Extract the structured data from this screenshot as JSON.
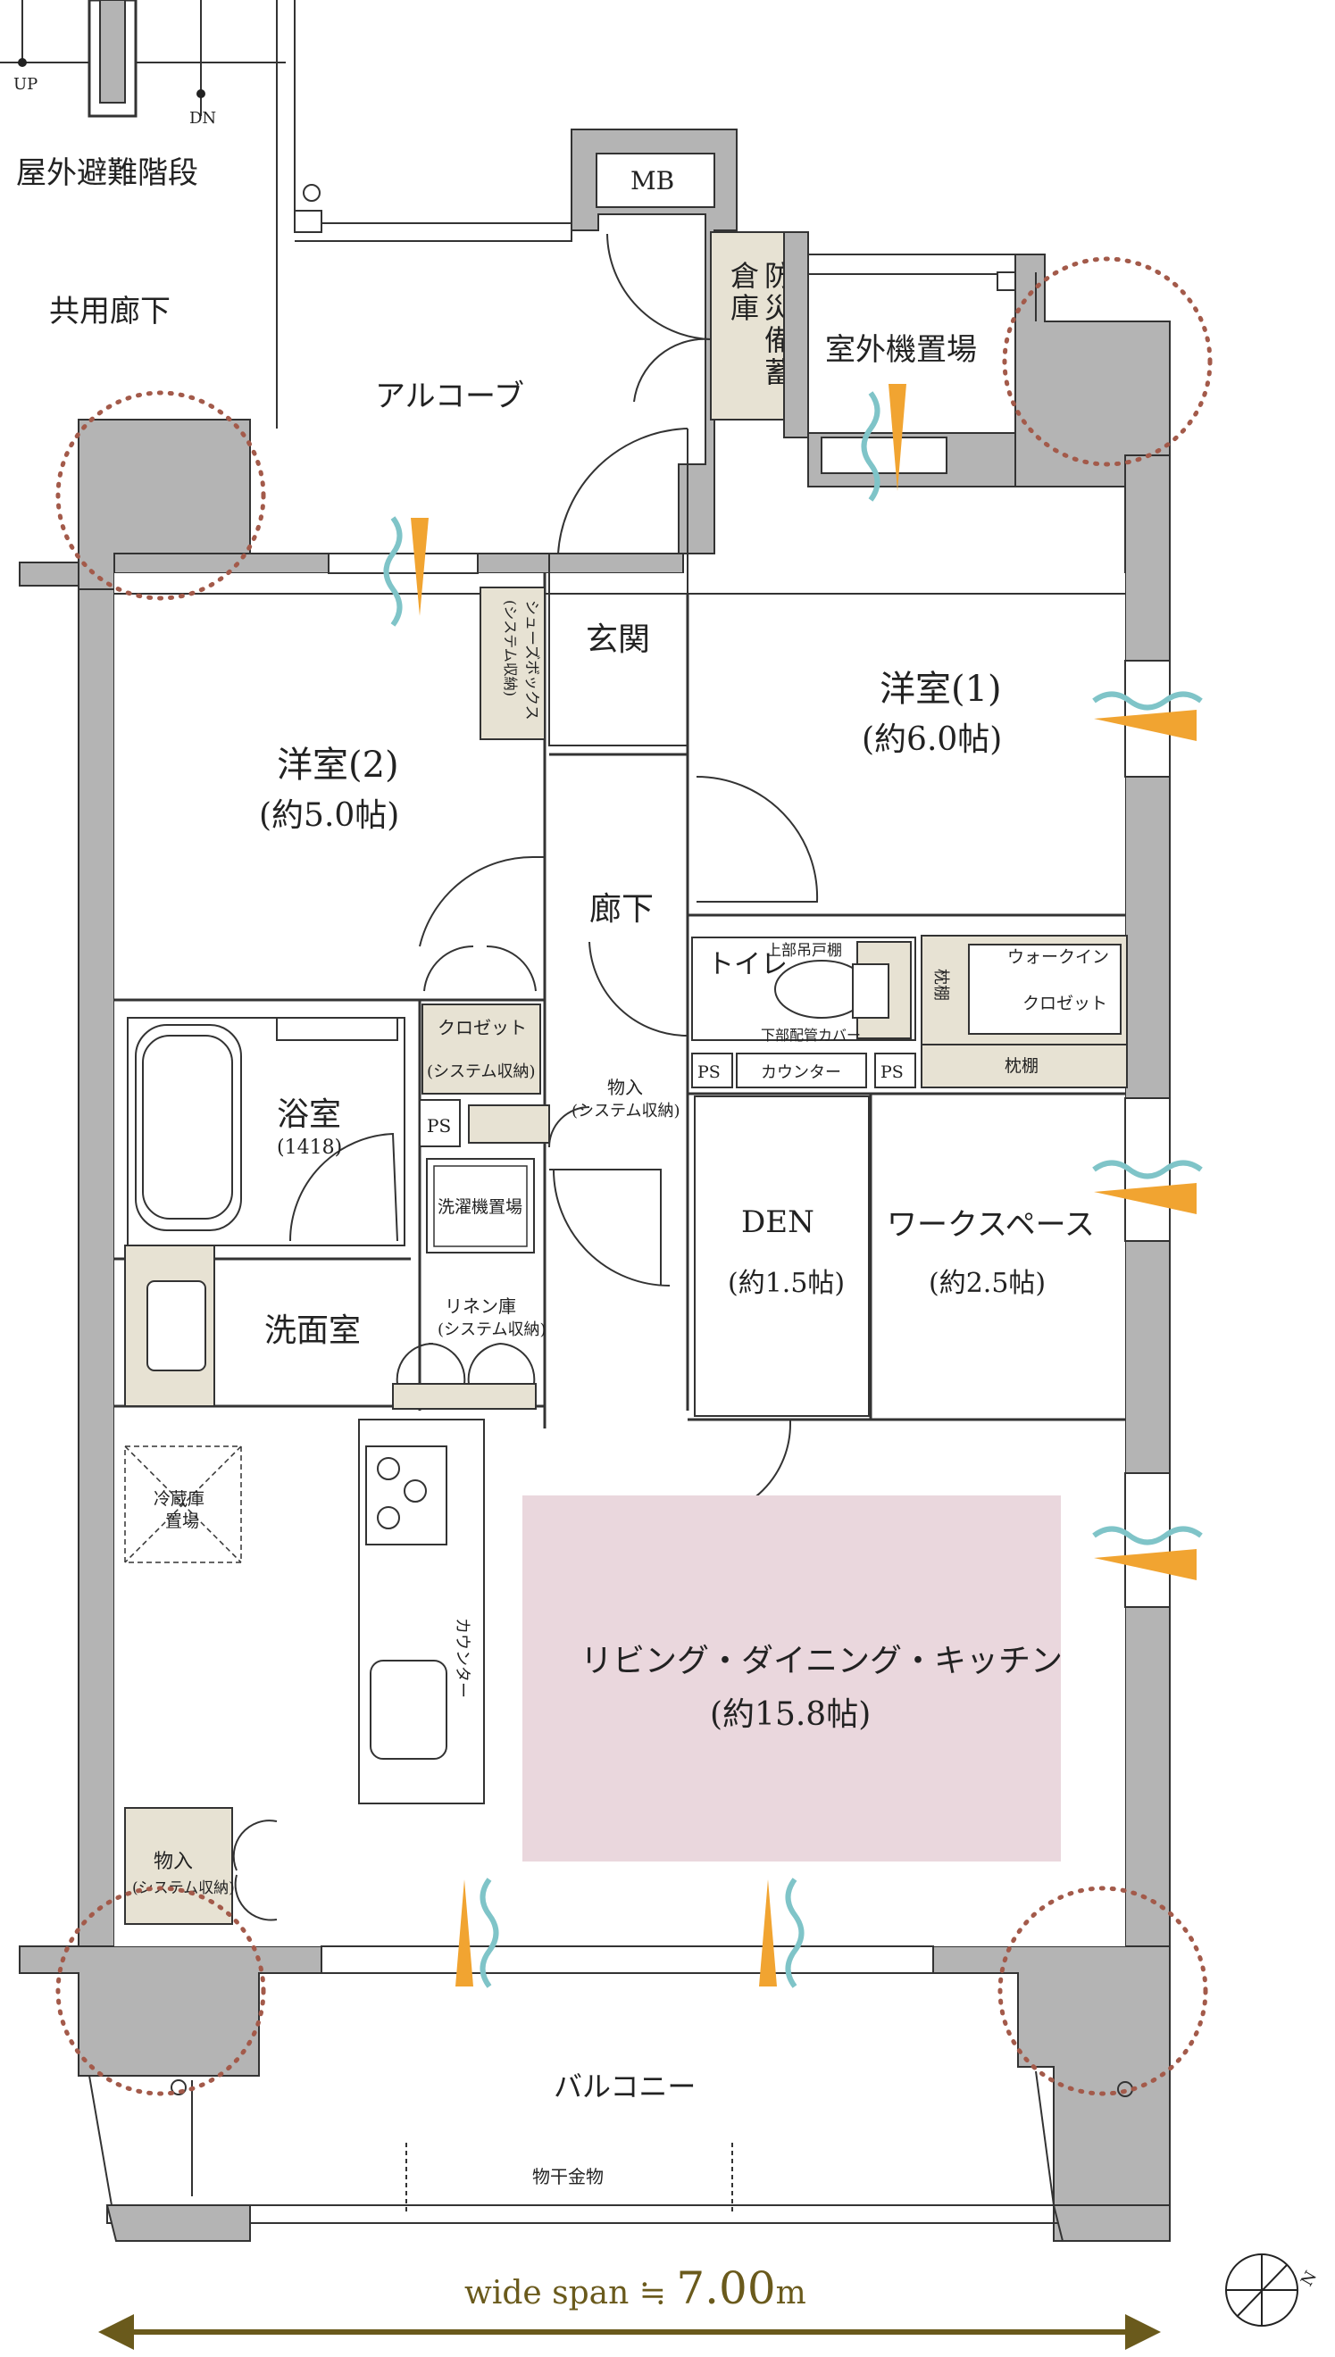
{
  "stairs": {
    "label": "屋外避難階段",
    "up": "UP",
    "dn": "DN"
  },
  "common_corridor": "共用廊下",
  "alcove": "アルコーブ",
  "mb": "MB",
  "storage": "防災備蓄倉庫",
  "outdoor_unit": "室外機置場",
  "entrance": "玄関",
  "shoe_box": {
    "line1": "シューズボックス",
    "line2": "(システム収納)"
  },
  "corridor": "廊下",
  "western_room_1": {
    "name": "洋室(1)",
    "size": "(約6.0帖)"
  },
  "western_room_2": {
    "name": "洋室(2)",
    "size": "(約5.0帖)"
  },
  "closet": {
    "name": "クロゼット",
    "note": "(システム収納)"
  },
  "storage_inside": {
    "name": "物入",
    "note": "(システム収納)"
  },
  "bathroom": {
    "name": "浴室",
    "size": "(1418)"
  },
  "ps": "PS",
  "washing_machine": "洗濯機置場",
  "washroom": "洗面室",
  "linen": {
    "name": "リネン庫",
    "note": "(システム収納)"
  },
  "toilet": "トイレ",
  "upper_cabinet": "上部吊戸棚",
  "pipe_cover": "下部配管カバー",
  "counter": "カウンター",
  "walk_in": {
    "line1": "ウォークイン",
    "line2": "クロゼット"
  },
  "pillow_shelf": "枕棚",
  "den": {
    "name": "DEN",
    "size": "(約1.5帖)"
  },
  "workspace": {
    "name": "ワークスペース",
    "size": "(約2.5帖)"
  },
  "fridge": {
    "line1": "冷蔵庫",
    "line2": "置場"
  },
  "kitchen_counter": "カウンター",
  "ldk": {
    "name": "リビング・ダイニング・キッチン",
    "size": "(約15.8帖)"
  },
  "storage_ldk": {
    "name": "物入",
    "note": "(システム収納)"
  },
  "balcony": "バルコニー",
  "drying_rack": "物干金物",
  "wide_span": {
    "prefix": "wide span ≒ ",
    "value": "7.00",
    "unit": "m"
  },
  "compass": "N",
  "colors": {
    "wall": "#b4b4b4",
    "storage_fill": "#e7e2d3",
    "ldk_fill": "#ead7dd",
    "arrow": "#6a5a1c",
    "orange": "#f1a431",
    "teal": "#7fc4c8",
    "dots": "#a35a4a"
  }
}
